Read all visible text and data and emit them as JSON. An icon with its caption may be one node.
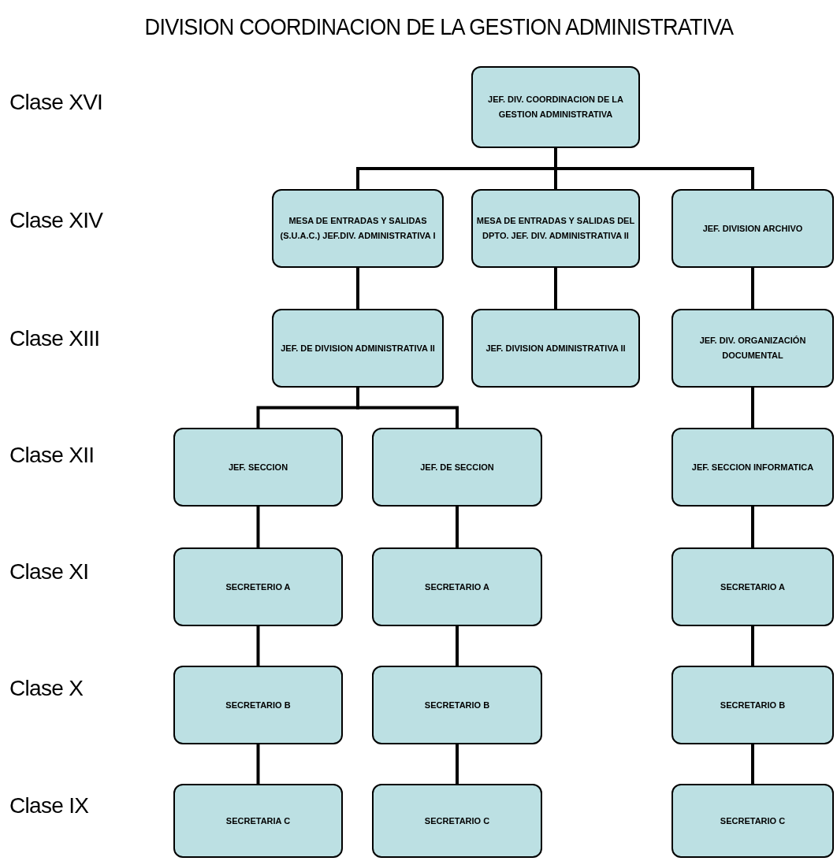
{
  "diagram": {
    "title": "DIVISION COORDINACION DE LA GESTION ADMINISTRATIVA",
    "nodes": [
      {
        "text": [
          "JEF. DIV. COORDINACION DE LA GESTION ADMINISTRATIVA"
        ]
      },
      {
        "text": [
          "MESA DE ENTRADAS Y SALIDAS (S.U.A.C.) JEF.DIV. ADMINISTRATIVA I"
        ]
      },
      {
        "text": [
          "MESA DE ENTRADAS Y SALIDAS DEL DPTO. JEF. DIV. ADMINISTRATIVA II"
        ]
      },
      {
        "text": [
          "JEF. DIVISION ARCHIVO"
        ]
      },
      {
        "text": [
          "JEF. DE DIVISION ADMINISTRATIVA II"
        ]
      },
      {
        "text": [
          "JEF. DIVISION ADMINISTRATIVA II"
        ]
      },
      {
        "text": [
          "JEF. DIV. ORGANIZACIÓN DOCUMENTAL"
        ]
      },
      {
        "text": [
          "JEF. SECCION"
        ]
      },
      {
        "text": [
          "JEF. DE SECCION"
        ]
      },
      {
        "text": [
          "JEF. SECCION INFORMATICA"
        ]
      },
      {
        "text": [
          "SECRETERIO A"
        ]
      },
      {
        "text": [
          "SECRETARIO A"
        ]
      },
      {
        "text": [
          "SECRETARIO A"
        ]
      },
      {
        "text": [
          "SECRETARIO B"
        ]
      },
      {
        "text": [
          "SECRETARIO B"
        ]
      },
      {
        "text": [
          "SECRETARIO B"
        ]
      },
      {
        "text": [
          "SECRETARIA C"
        ]
      },
      {
        "text": [
          "SECRETARIO C"
        ]
      },
      {
        "text": [
          "SECRETARIO C"
        ]
      }
    ],
    "edges": [
      {
        "from": 0,
        "to": 1,
        "arrow": "none"
      },
      {
        "from": 0,
        "to": 2,
        "arrow": "none"
      },
      {
        "from": 0,
        "to": 3,
        "arrow": "none"
      },
      {
        "from": 1,
        "to": 4,
        "arrow": "none"
      },
      {
        "from": 2,
        "to": 5,
        "arrow": "none"
      },
      {
        "from": 3,
        "to": 6,
        "arrow": "none"
      },
      {
        "from": 4,
        "to": 7,
        "arrow": "none"
      },
      {
        "from": 4,
        "to": 8,
        "arrow": "none"
      },
      {
        "from": 6,
        "to": 9,
        "arrow": "none"
      },
      {
        "from": 7,
        "to": 10,
        "arrow": "none"
      },
      {
        "from": 8,
        "to": 11,
        "arrow": "none"
      },
      {
        "from": 9,
        "to": 12,
        "arrow": "none"
      },
      {
        "from": 10,
        "to": 13,
        "arrow": "none"
      },
      {
        "from": 11,
        "to": 14,
        "arrow": "none"
      },
      {
        "from": 12,
        "to": 15,
        "arrow": "none"
      },
      {
        "from": 13,
        "to": 16,
        "arrow": "none"
      },
      {
        "from": 14,
        "to": 17,
        "arrow": "none"
      },
      {
        "from": 15,
        "to": 18,
        "arrow": "none"
      }
    ],
    "labels": [
      "Clase XVI",
      "Clase XIV",
      "Clase XIII",
      "Clase XII",
      "Clase XI",
      "Clase X",
      "Clase IX"
    ]
  }
}
